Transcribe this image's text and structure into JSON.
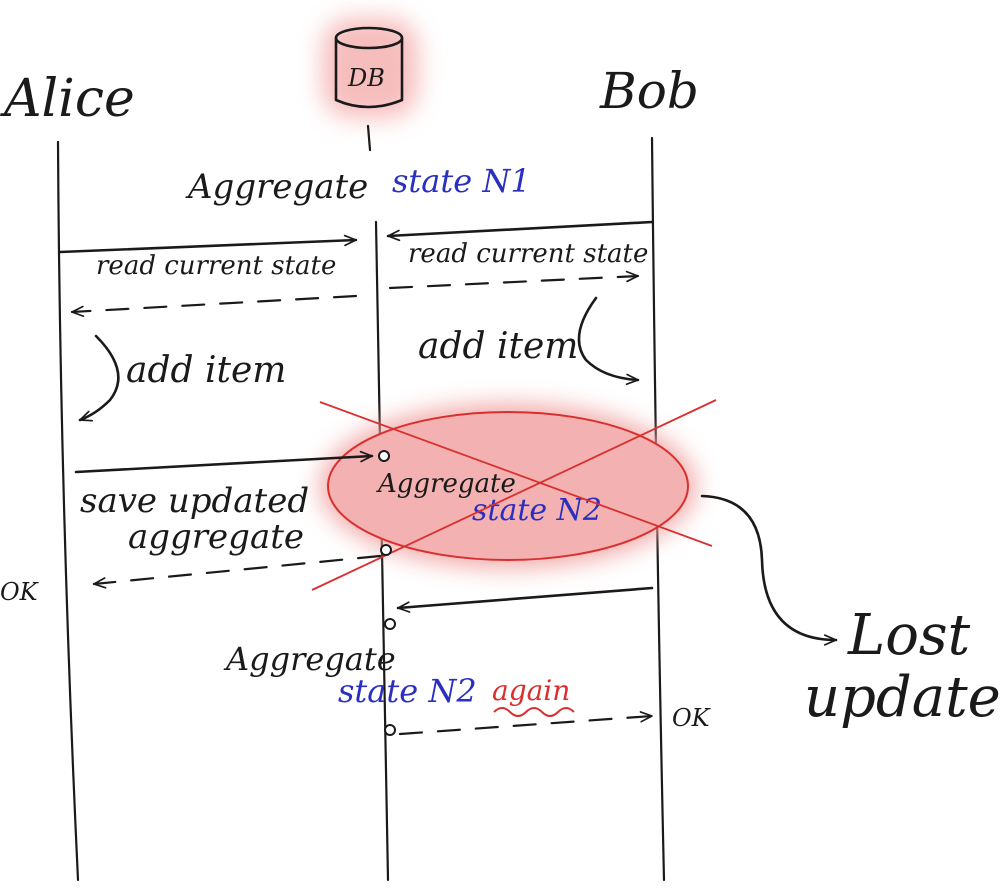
{
  "diagram": {
    "participants": {
      "alice": "Alice",
      "db": "DB",
      "bob": "Bob"
    },
    "labels": {
      "aggregate_1_prefix": "Aggregate",
      "aggregate_1_state": "state N1",
      "alice_read": "read current state",
      "bob_read": "read current state",
      "alice_add": "add item",
      "bob_add": "add item",
      "aggregate_2_prefix": "Aggregate",
      "aggregate_2_state": "state N2",
      "alice_save_line1": "save updated",
      "alice_save_line2": "aggregate",
      "alice_ok": "OK",
      "aggregate_3_prefix": "Aggregate",
      "aggregate_3_state": "state N2",
      "aggregate_3_again": "again",
      "bob_ok": "OK",
      "lost_update_line1": "Lost",
      "lost_update_line2": "update"
    },
    "colors": {
      "ink": "#1a1a1a",
      "blue": "#2a2fc0",
      "red": "#d9302f",
      "highlight": "#f2a7a7"
    }
  }
}
